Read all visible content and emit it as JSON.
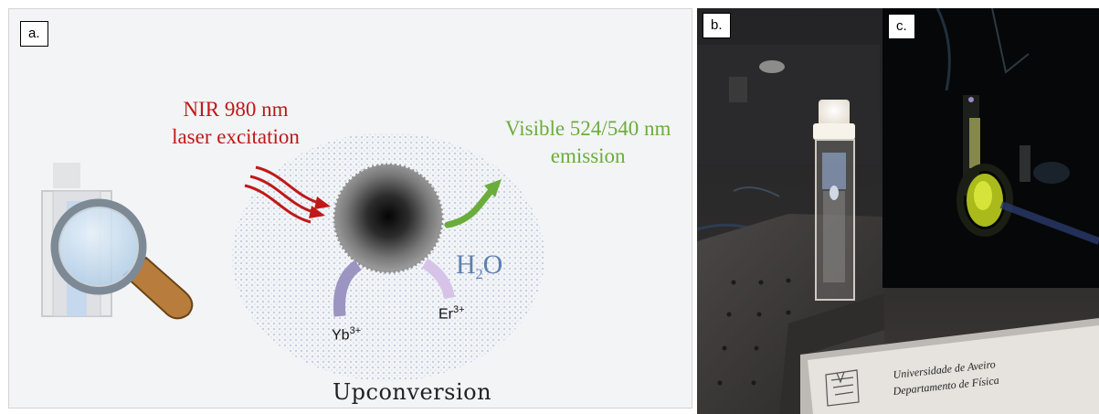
{
  "panel_a": {
    "label": "a.",
    "nir_line1": "NIR 980 nm",
    "nir_line2": "laser excitation",
    "visible_line1": "Visible  524/540 nm",
    "visible_line2": "emission",
    "water_main": "H",
    "water_sub": "2",
    "water_end": "O",
    "ion_yb": "Yb",
    "ion_yb_charge": "3+",
    "ion_er": "Er",
    "ion_er_charge": "3+",
    "caption": "Upconversion"
  },
  "panel_b": {
    "label": "b."
  },
  "panel_c": {
    "label": "c."
  },
  "colors": {
    "nir_red": "#c01818",
    "visible_green": "#6aad3b",
    "water_blue": "#5d7fb0"
  }
}
